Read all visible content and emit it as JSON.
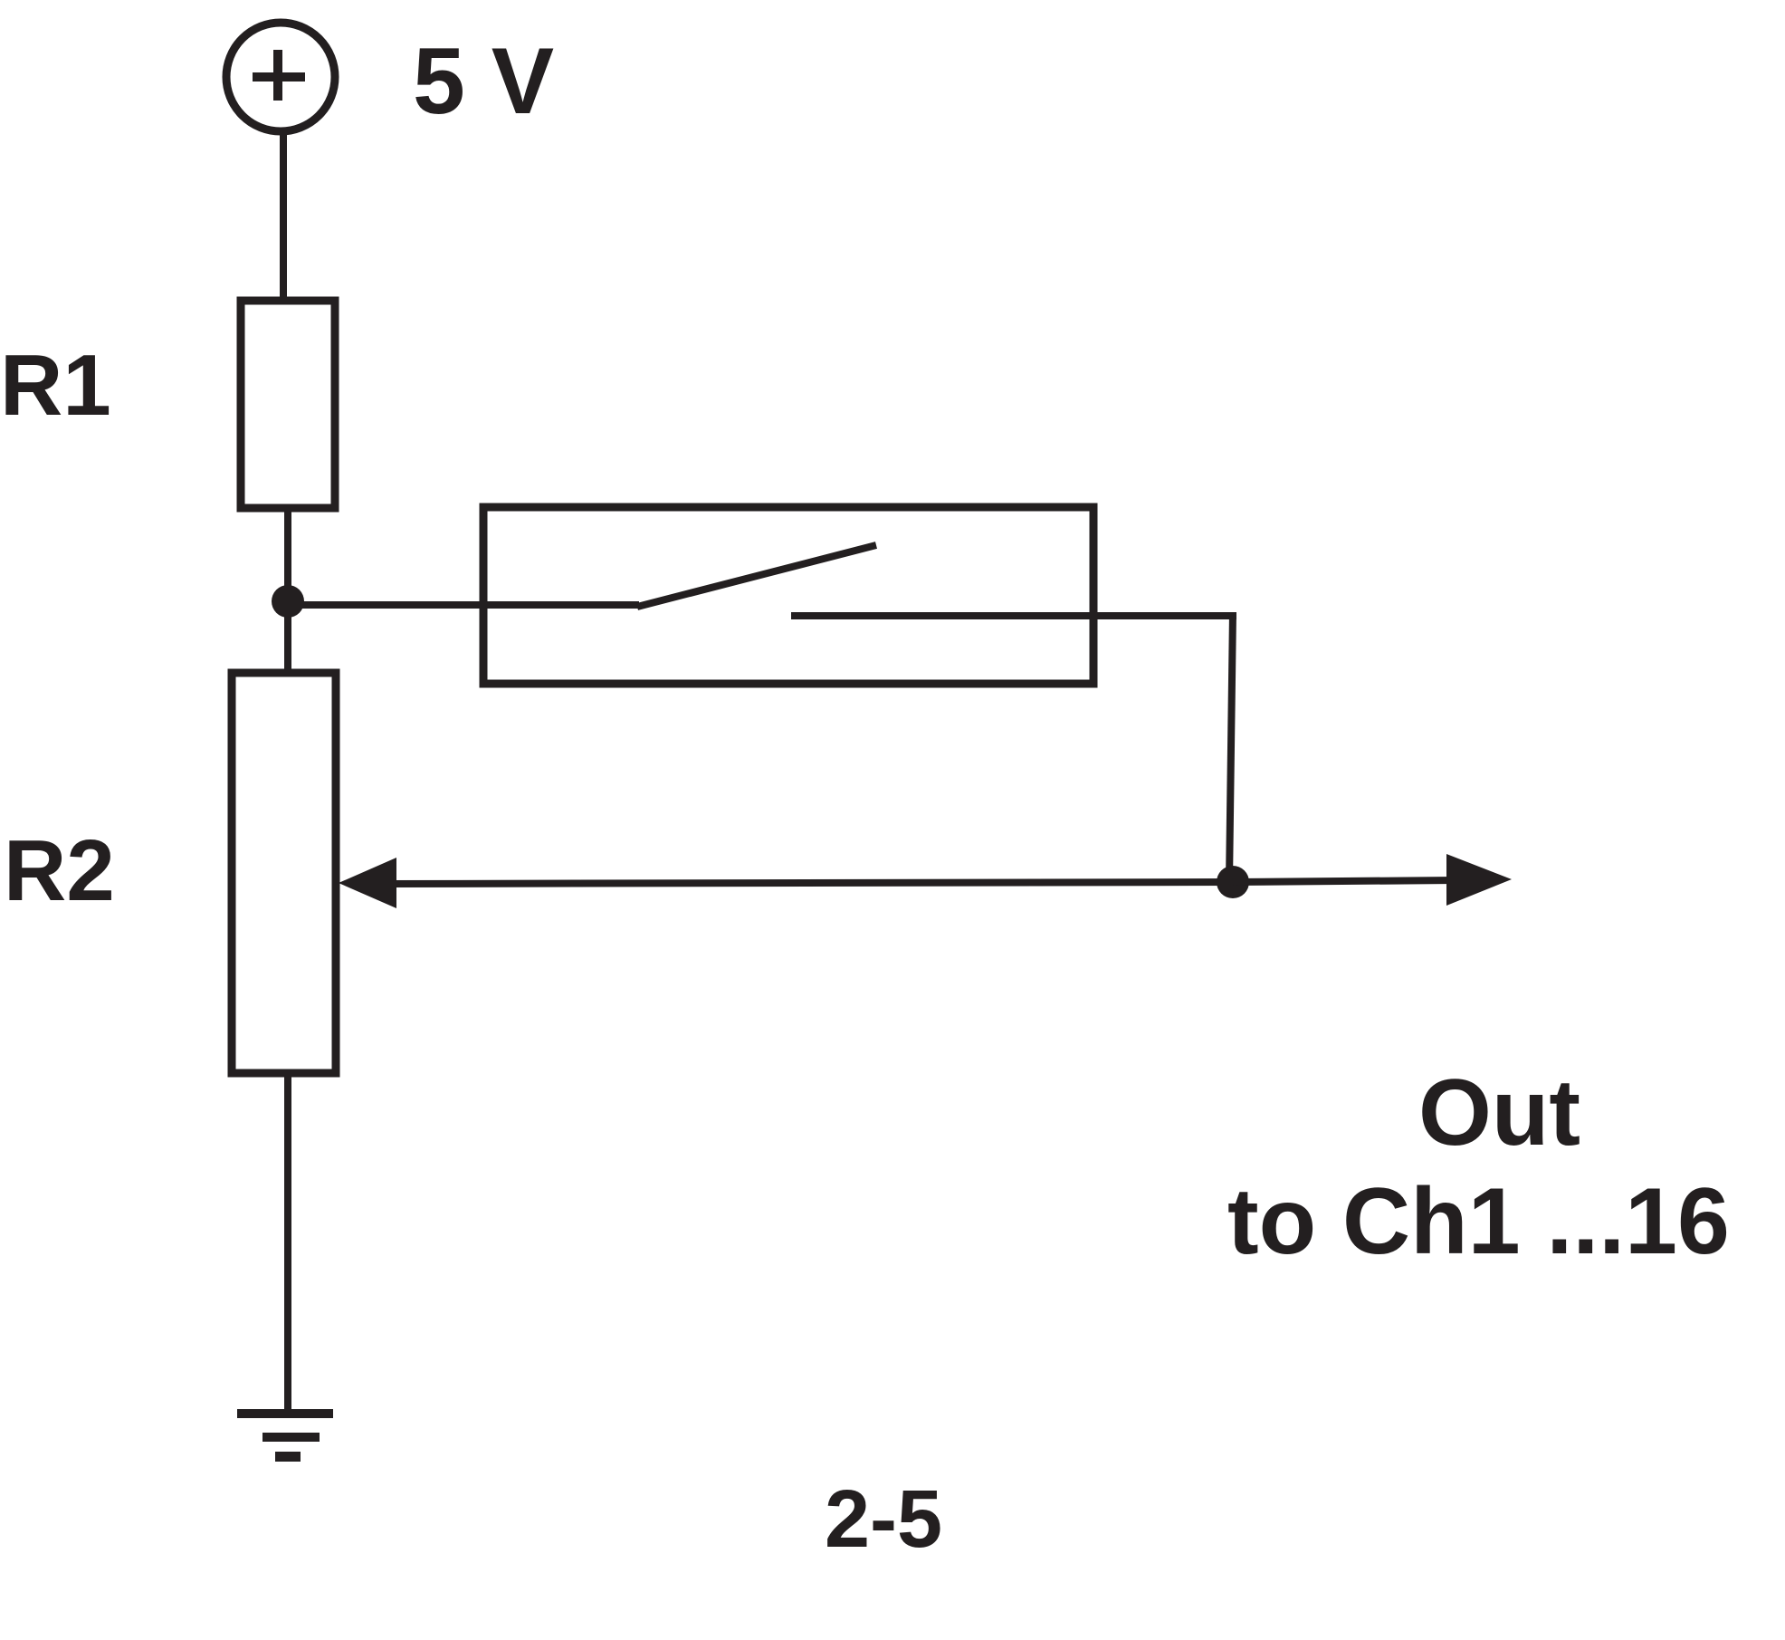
{
  "supply": {
    "voltage_label": "5 V",
    "terminal_symbol": "+"
  },
  "resistors": {
    "r1_label": "R1",
    "r2_label": "R2"
  },
  "output": {
    "line1": "Out",
    "line2": "to Ch1 ...16"
  },
  "figure_id": "2-5",
  "colors": {
    "ink": "#231f20",
    "background": "#ffffff"
  },
  "icons": {
    "supply": "positive-terminal-icon",
    "ground": "ground-icon",
    "switch": "open-switch-icon",
    "wiper": "wiper-arrow-icon",
    "output": "output-arrow-icon"
  }
}
